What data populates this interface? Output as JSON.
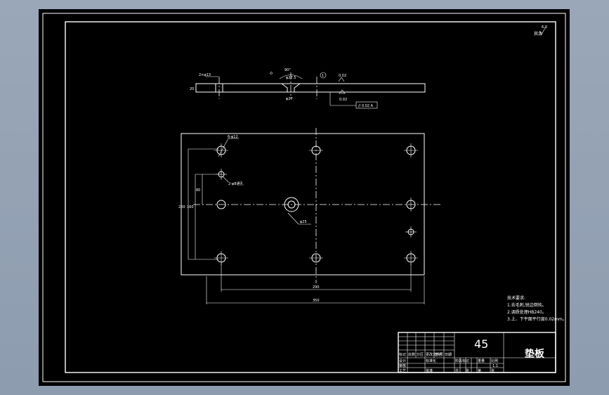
{
  "drawing": {
    "material": "45",
    "part_name": "垫板",
    "roughness_corner": "其余",
    "roughness_value": "6.3",
    "tech_req": {
      "heading": "技术要求:",
      "items": [
        "1.去毛刺,锐边倒钝。",
        "2.调质处理HB240。",
        "3.上、下平面平行度0.02mm。"
      ]
    },
    "section_view": {
      "tol_left": "2×φ13",
      "angle": "90°",
      "countersink": "φ27.5",
      "thickness": "20",
      "tol_mark": "0.02",
      "datum": "A",
      "flatness_box": "// 0.02 A",
      "bore": "φ27",
      "circle_num": "1",
      "tol_box2": "0.02",
      "tol_minus": "-0"
    },
    "plan_view": {
      "hole_label_a": "6-φ12",
      "hole_label_b": "2-φ8通孔",
      "center_bore": "φ25",
      "dim_height_outer": "200",
      "dim_height_inner": "160",
      "dim_pitch": "80",
      "dim_width_inner": "290",
      "dim_width_outer": "350"
    },
    "title_block": {
      "r1": [
        "标记",
        "处数",
        "分区",
        "更改文件号",
        "签名",
        "日期"
      ],
      "r2": [
        "设计",
        "",
        "标准化"
      ],
      "r3": [
        "审核",
        ""
      ],
      "r4": [
        "工艺",
        "",
        "批准"
      ],
      "stage_labels": [
        "阶段标记",
        "重量",
        "比例"
      ],
      "scale": "1:1",
      "sheet": [
        "共",
        "张",
        "第",
        "张"
      ]
    }
  }
}
